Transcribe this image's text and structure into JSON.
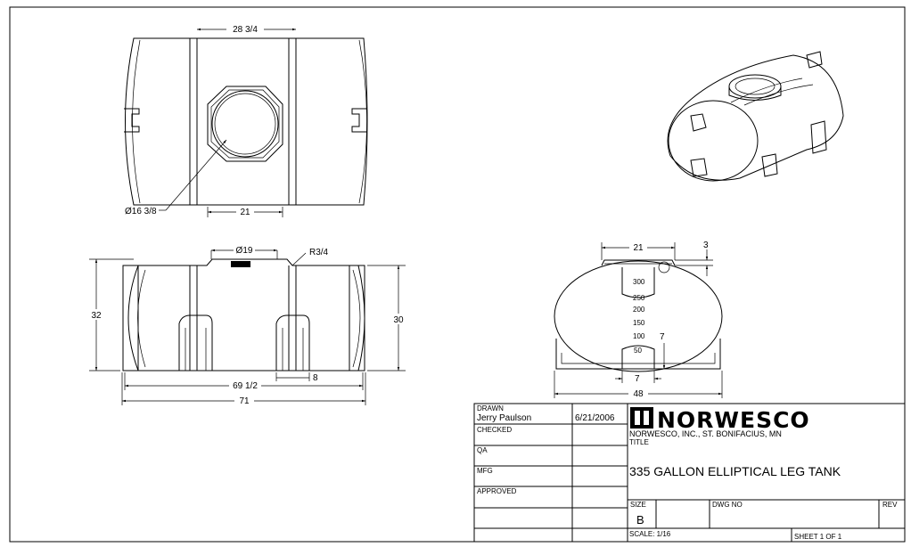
{
  "top_view": {
    "dim_length": "28 3/4",
    "dim_diameter": "Ø16 3/8",
    "dim_offset": "21"
  },
  "front_view": {
    "dim_opening": "Ø19",
    "dim_radius": "R3/4",
    "dim_height_left": "32",
    "dim_height_right": "30",
    "dim_leg_width": "8",
    "dim_inner_length": "69 1/2",
    "dim_overall_length": "71"
  },
  "end_view": {
    "dim_top_width": "21",
    "dim_top_offset": "3",
    "dim_leg_height": "7",
    "dim_leg_bottom": "7",
    "dim_overall_width": "48",
    "gauge_marks": [
      "300",
      "250",
      "200",
      "150",
      "100",
      "50"
    ]
  },
  "title_block": {
    "drawn_label": "DRAWN",
    "drawn_by": "Jerry Paulson",
    "drawn_date": "6/21/2006",
    "checked_label": "CHECKED",
    "qa_label": "QA",
    "mfg_label": "MFG",
    "approved_label": "APPROVED",
    "logo_text": "NORWESCO",
    "company": "NORWESCO, INC., ST. BONIFACIUS, MN",
    "title_label": "TITLE",
    "title": "335 GALLON ELLIPTICAL LEG TANK",
    "size_label": "SIZE",
    "size": "B",
    "dwg_no_label": "DWG NO",
    "rev_label": "REV",
    "scale": "SCALE:  1/16",
    "sheet": "SHEET 1  OF 1"
  }
}
